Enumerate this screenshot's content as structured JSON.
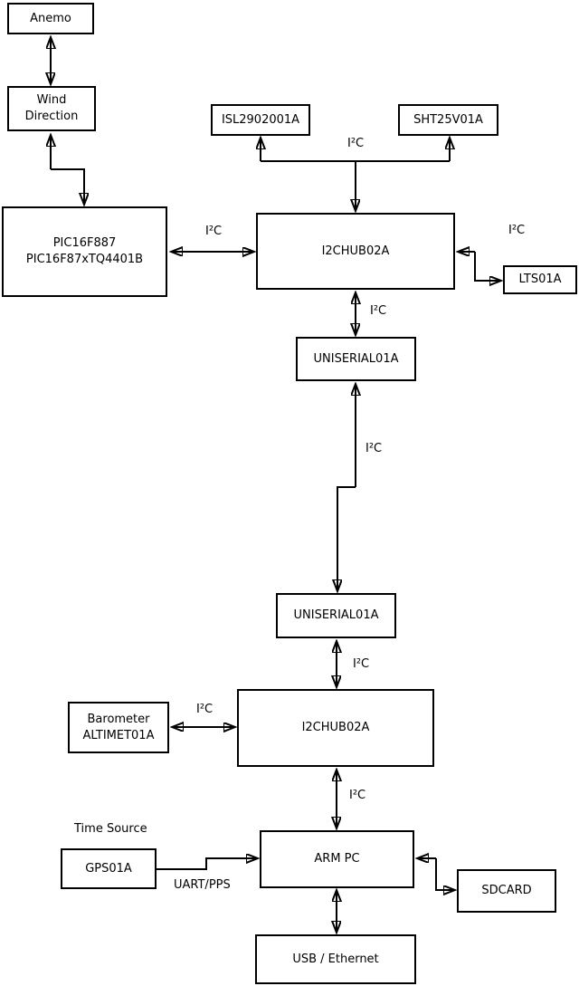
{
  "nodes": {
    "anemo": "Anemo",
    "wind_direction": "Wind\nDirection",
    "pic": "PIC16F887\nPIC16F87xTQ4401B",
    "isl": "ISL2902001A",
    "sht": "SHT25V01A",
    "hub_top": "I2CHUB02A",
    "lts": "LTS01A",
    "uniserial_top": "UNISERIAL01A",
    "uniserial_bottom": "UNISERIAL01A",
    "hub_bottom": "I2CHUB02A",
    "barometer": "Barometer\nALTIMET01A",
    "arm_pc": "ARM PC",
    "gps": "GPS01A",
    "sdcard": "SDCARD",
    "usb_ethernet": "USB / Ethernet"
  },
  "edge_labels": {
    "sensors_bus": "I²C",
    "pic_bus": "I²C",
    "lts_bus": "I²C",
    "hub1_serial": "I²C",
    "serial_link": "I²C",
    "serial_hub2": "I²C",
    "barometer_bus": "I²C",
    "hub2_arm": "I²C",
    "gps_arm": "UART/PPS",
    "time_source": "Time Source"
  },
  "colors": {
    "line": "#000000",
    "background": "#ffffff"
  }
}
